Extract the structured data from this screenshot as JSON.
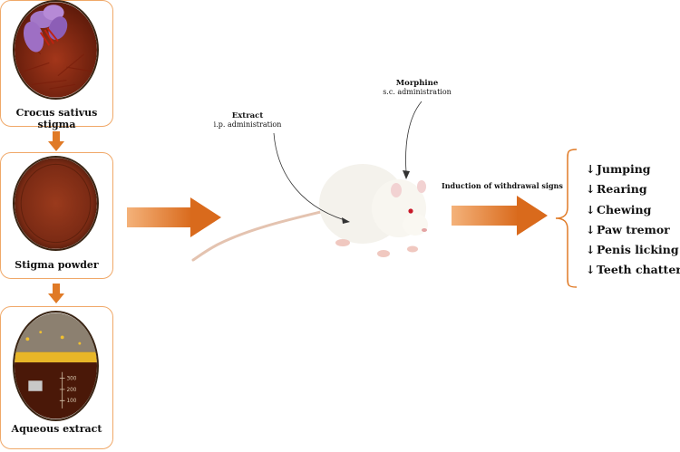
{
  "panels": [
    {
      "label": "Crocus sativus stigma"
    },
    {
      "label": "Stigma powder"
    },
    {
      "label": "Aqueous extract"
    }
  ],
  "beaker_marks": [
    "300",
    "200",
    "100"
  ],
  "extract_annotation": {
    "title": "Extract",
    "subtitle": "i.p. administration"
  },
  "morphine_annotation": {
    "title": "Morphine",
    "subtitle": "s.c. administration"
  },
  "induction_label": "Induction of withdrawal signs",
  "withdrawal_signs": [
    {
      "arrow": "↓",
      "label": "Jumping"
    },
    {
      "arrow": "↓",
      "label": "Rearing"
    },
    {
      "arrow": "↓",
      "label": "Chewing"
    },
    {
      "arrow": "↓",
      "label": "Paw tremor"
    },
    {
      "arrow": "↓",
      "label": "Penis licking"
    },
    {
      "arrow": "↓",
      "label": "Teeth chattering"
    }
  ],
  "colors": {
    "arrow": "#e07a26",
    "border": "#f0a868",
    "saffron": "#8a2b12"
  }
}
